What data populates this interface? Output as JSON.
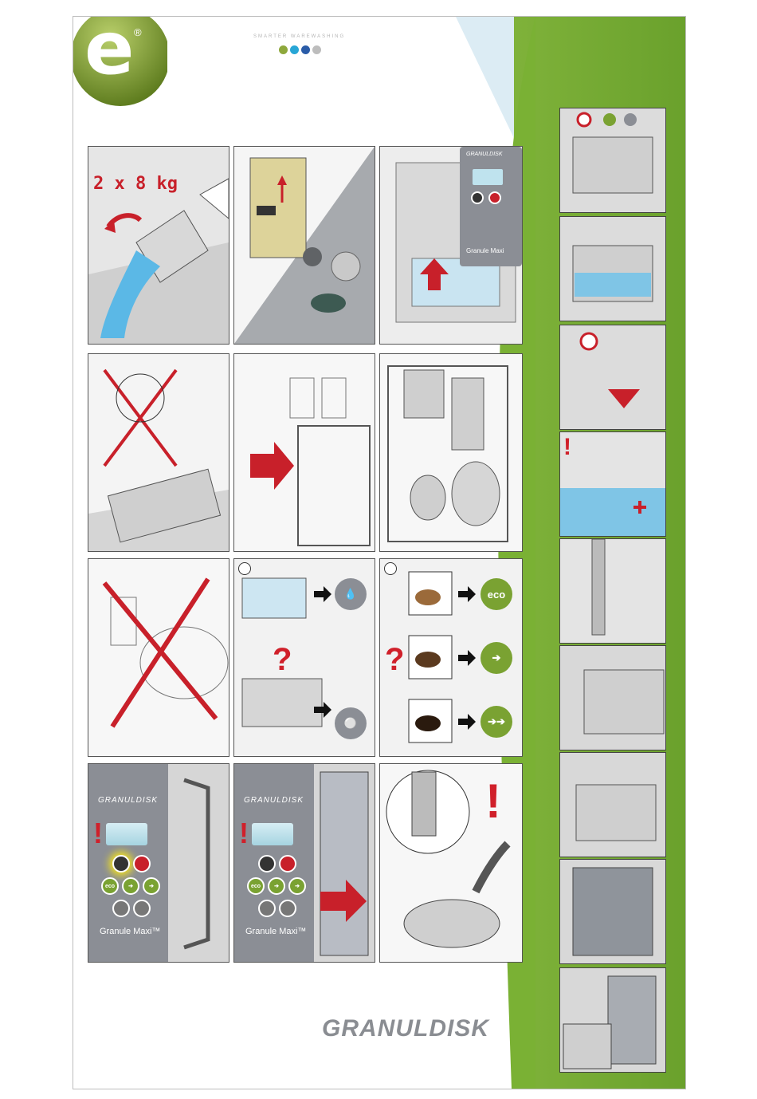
{
  "brand": {
    "logo_letter": "e",
    "registered": "®",
    "tagline": "SMARTER WAREWASHING",
    "footer_logo": "GRANULDISK"
  },
  "dots": [
    "#8ea83c",
    "#28a6d6",
    "#2a5ca8",
    "#bdbdbd"
  ],
  "panels": {
    "p1_weight": "2 x 8 kg",
    "control_brand": "GRANULDISK",
    "control_model": "Granule Maxi",
    "control_model_tm": "Granule Maxi™",
    "eco_label": "eco",
    "question": "?",
    "exclamation": "!"
  },
  "colors": {
    "green": "#7ab134",
    "red": "#c8202a",
    "panel_gray": "#8b8e95"
  }
}
